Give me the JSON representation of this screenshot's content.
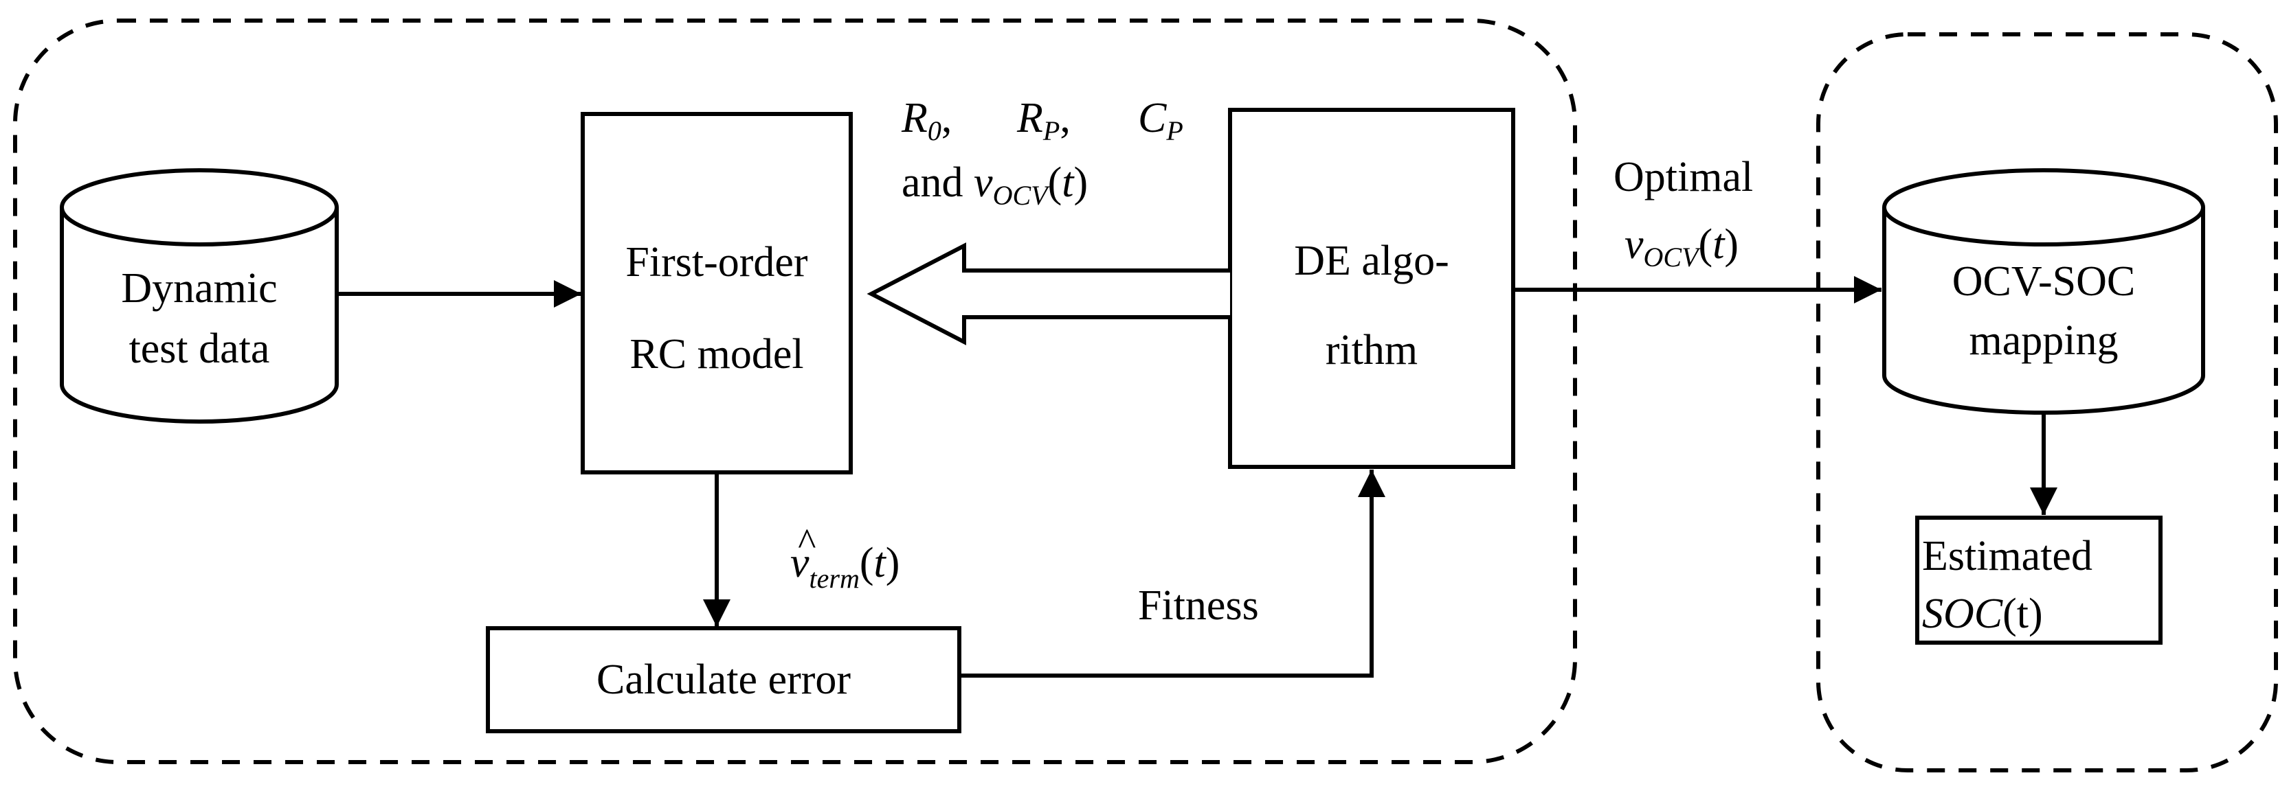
{
  "nodes": {
    "dynamic_test_data": {
      "line1": "Dynamic",
      "line2": "test data"
    },
    "rc_model": {
      "line1": "First-order",
      "line2": "RC model"
    },
    "de_algorithm": {
      "line1": "DE algo-",
      "line2": "rithm"
    },
    "calculate_error": {
      "label": "Calculate error"
    },
    "ocv_soc_mapping": {
      "line1": "OCV-SOC",
      "line2": "mapping"
    },
    "estimated_soc": {
      "line1": "Estimated",
      "line2_main": "SOC",
      "line2_rest": "(t)"
    }
  },
  "edges": {
    "params": {
      "r0_main": "R",
      "r0_sub": "0",
      "sep1": ",",
      "rp_main": "R",
      "rp_sub": "P",
      "sep2": ",",
      "cp_main": "C",
      "cp_sub": "P",
      "and": "and ",
      "v": "v",
      "v_sub": "OCV",
      "v_paren_open": "(",
      "v_t": "t",
      "v_paren_close": ")"
    },
    "optimal": {
      "line1": "Optimal",
      "v": "v",
      "v_sub": "OCV",
      "v_paren_open": "(",
      "v_t": "t",
      "v_paren_close": ")"
    },
    "vterm": {
      "v": "v",
      "v_hat": "^",
      "v_sub": "term",
      "paren_open": "(",
      "t": "t",
      "paren_close": ")"
    },
    "fitness": {
      "label": "Fitness"
    }
  }
}
